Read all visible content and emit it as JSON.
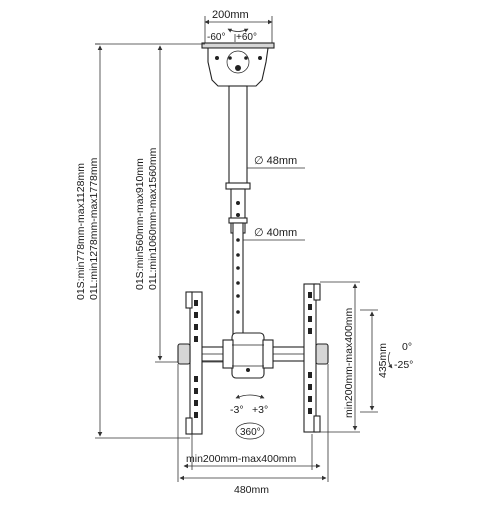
{
  "labels": {
    "top_width": "200mm",
    "top_tilt_left": "-60°",
    "top_tilt_right": "+60°",
    "pole_dia_upper": "∅ 48mm",
    "pole_dia_lower": "∅ 40mm",
    "height_outer_s": "01S:min778mm-max1128mm",
    "height_outer_l": "01L:min1278mm-max1778mm",
    "height_inner_s": "01S:min560mm-max910mm",
    "height_inner_l": "01L:min1060mm-max1560mm",
    "vesa_vertical": "min200mm-max400mm",
    "arm_height": "435mm",
    "tilt_up": "0°",
    "tilt_down": "-25°",
    "level_left": "-3°",
    "level_right": "+3°",
    "swivel": "360°",
    "vesa_horizontal": "min200mm-max400mm",
    "overall_width": "480mm"
  }
}
